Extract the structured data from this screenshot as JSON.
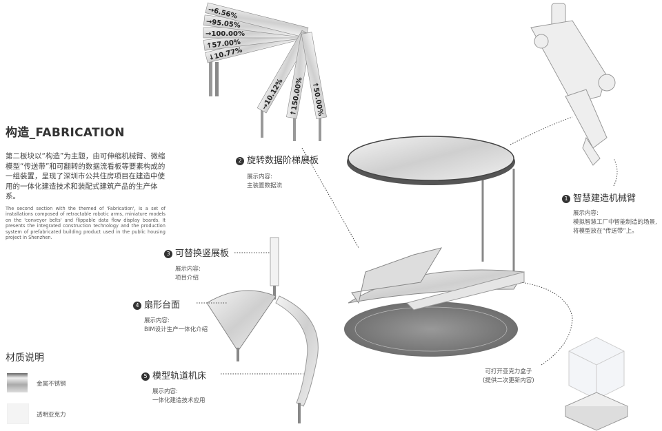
{
  "title": "构造_FABRICATION",
  "intro_zh": "第二板块以“构造”为主题，由可伸缩机械臂、微缩模型“传送带”和可翻转的数据流看板等要素构成的一组装置，呈现了深圳市公共住房项目在建造中使用的一体化建造技术和装配式建筑产品的生产体系。",
  "intro_en": "The second section with the themed of 'Fabrication', is a set of installations composed of retractable robotic arms, miniature models on the 'conveyor belts' and flippable data flow display boards. It presents the integrated construction technology and the production system of prefabricated building product used in the public housing project in Shenzhen.",
  "fan_boards": [
    "↓10.77%",
    "↑57.00%",
    "→100.00%",
    "→95.05%",
    "→6.56%",
    "→10.12%",
    "↑150.00%",
    "↑50.00%"
  ],
  "components": [
    {
      "num": "1",
      "name": "智慧建造机械臂",
      "content_label": "展示内容:",
      "content": [
        "模拟智慧工厂中智能制造的场景,",
        "将模型放在“传送带”上。"
      ]
    },
    {
      "num": "2",
      "name": "旋转数据阶梯展板",
      "content_label": "展示内容:",
      "content": [
        "主装置数据流"
      ]
    },
    {
      "num": "3",
      "name": "可替换竖展板",
      "content_label": "展示内容:",
      "content": [
        "项目介绍"
      ]
    },
    {
      "num": "4",
      "name": "扇形台面",
      "content_label": "展示内容:",
      "content": [
        "BIM设计生产一体化介绍"
      ]
    },
    {
      "num": "5",
      "name": "模型轨道机床",
      "content_label": "展示内容:",
      "content": [
        "一体化建造技术应用"
      ]
    }
  ],
  "acrylic_box": [
    "可打开亚克力盒子",
    "(提供二次更新内容)"
  ],
  "materials": {
    "title": "材质说明",
    "items": [
      {
        "name": "金属不锈钢"
      },
      {
        "name": "透明亚克力"
      }
    ]
  }
}
